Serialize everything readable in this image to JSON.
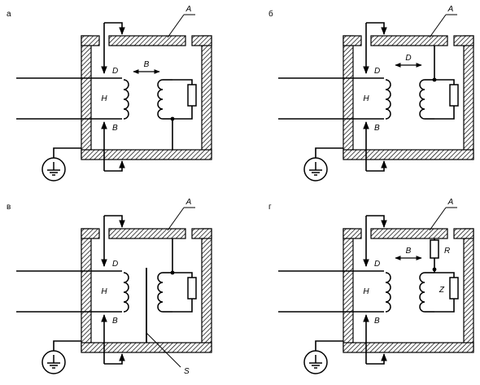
{
  "panels": [
    {
      "caption": "а",
      "labels": {
        "enclosure": "A",
        "primary": "H",
        "top_terminal": "D",
        "bottom_terminal": "B",
        "gap": "B"
      }
    },
    {
      "caption": "б",
      "labels": {
        "enclosure": "A",
        "primary": "H",
        "top_terminal": "D",
        "bottom_terminal": "B",
        "gap": "D"
      }
    },
    {
      "caption": "в",
      "labels": {
        "enclosure": "A",
        "primary": "H",
        "top_terminal": "D",
        "bottom_terminal": "B",
        "screen": "S"
      }
    },
    {
      "caption": "г",
      "labels": {
        "enclosure": "A",
        "primary": "H",
        "top_terminal": "D",
        "bottom_terminal": "B",
        "gap": "B",
        "resistor_r": "R",
        "impedance": "Z"
      }
    }
  ],
  "icons": [
    "ground-icon",
    "winding-icon",
    "resistor-icon",
    "double-arrow-icon"
  ]
}
